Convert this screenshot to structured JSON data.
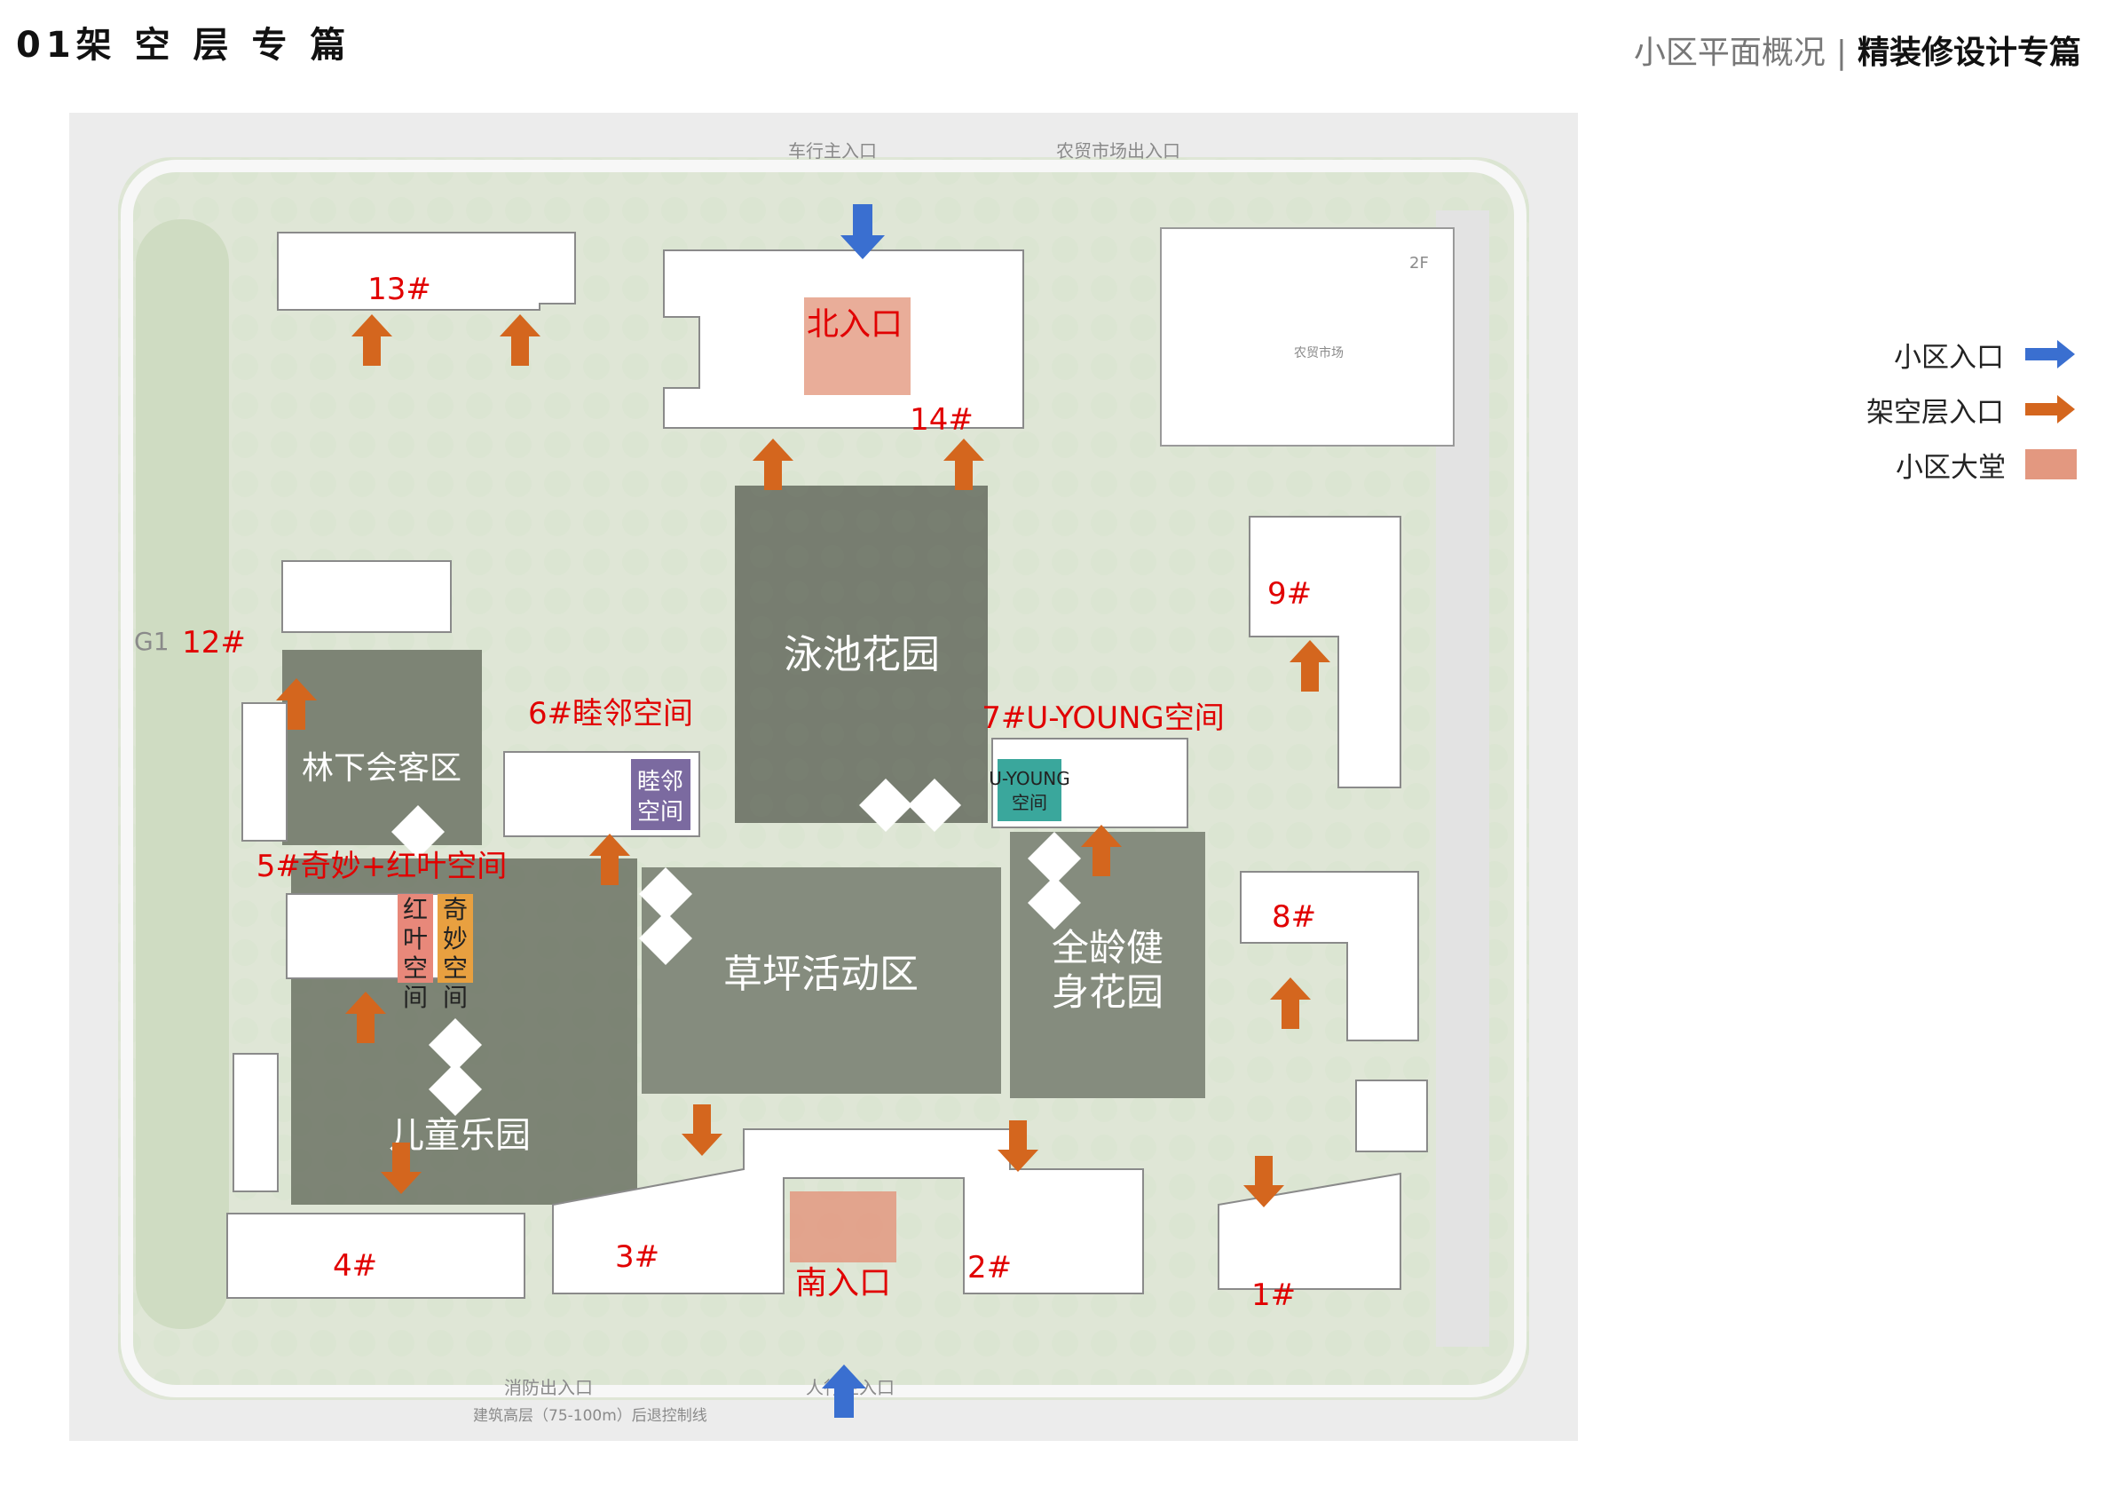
{
  "header": {
    "title": "01架 空 层 专 篇",
    "subtitle_left": "小区平面概况",
    "separator": "|",
    "subtitle_right": "精装修设计专篇"
  },
  "legend": {
    "items": [
      {
        "label": "小区入口",
        "color": "#3a6fd0",
        "symbol": "blue-arrow-icon"
      },
      {
        "label": "架空层入口",
        "color": "#d4661e",
        "symbol": "orange-arrow-icon"
      },
      {
        "label": "小区大堂",
        "color": "#e39880",
        "symbol": "lobby-swatch"
      }
    ]
  },
  "map": {
    "buildings": [
      "13#",
      "14#",
      "12#",
      "9#",
      "8#",
      "4#",
      "3#",
      "2#",
      "1#"
    ],
    "entrances": {
      "north": "北入口",
      "south": "南入口"
    },
    "spaces": {
      "s6": "6#睦邻空间",
      "s7": "7#U-YOUNG空间",
      "s5": "5#奇妙+红叶空间"
    },
    "zones": {
      "pool": "泳池花园",
      "lawn": "草坪活动区",
      "forest": "林下会客区",
      "fitness_1": "全龄健",
      "fitness_2": "身花园",
      "kids": "儿童乐园"
    },
    "tags": {
      "neighbor_1": "睦邻",
      "neighbor_2": "空间",
      "uyoung_1": "U-YOUNG",
      "uyoung_2": "空间",
      "red_1": "红",
      "red_2": "叶",
      "red_3": "空",
      "red_4": "间",
      "wonder_1": "奇",
      "wonder_2": "妙",
      "wonder_3": "空",
      "wonder_4": "间"
    },
    "base_labels": {
      "car_main_entry": "车行主入口",
      "market_exit": "农贸市场出入口",
      "fire_exit": "消防出入口",
      "ped_main_entry": "人行主入口",
      "setback": "建筑高层（75-100m）后退控制线",
      "g1": "G1",
      "market": "农贸市场",
      "market_floors": "2F"
    }
  },
  "colors": {
    "blue_arrow": "#3a6fd0",
    "orange_arrow": "#d4661e",
    "lobby": "#e39880",
    "label_red": "#e10000",
    "neighbor_tag": "#7b6aa0",
    "uyoung_tag": "#3aa79c",
    "red_leaf_tag": "#e8887a",
    "wonder_tag": "#e8a040"
  }
}
